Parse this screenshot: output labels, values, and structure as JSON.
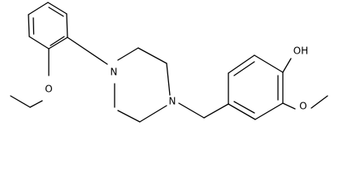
{
  "molecule": {
    "labels": {
      "n1": "N",
      "n2": "N",
      "o_ether": "O",
      "o_hydroxyl": "OH",
      "o_methoxy": "O"
    }
  },
  "colors": {
    "background": "#ffffff",
    "bond": "#000000",
    "text": "#000000"
  }
}
